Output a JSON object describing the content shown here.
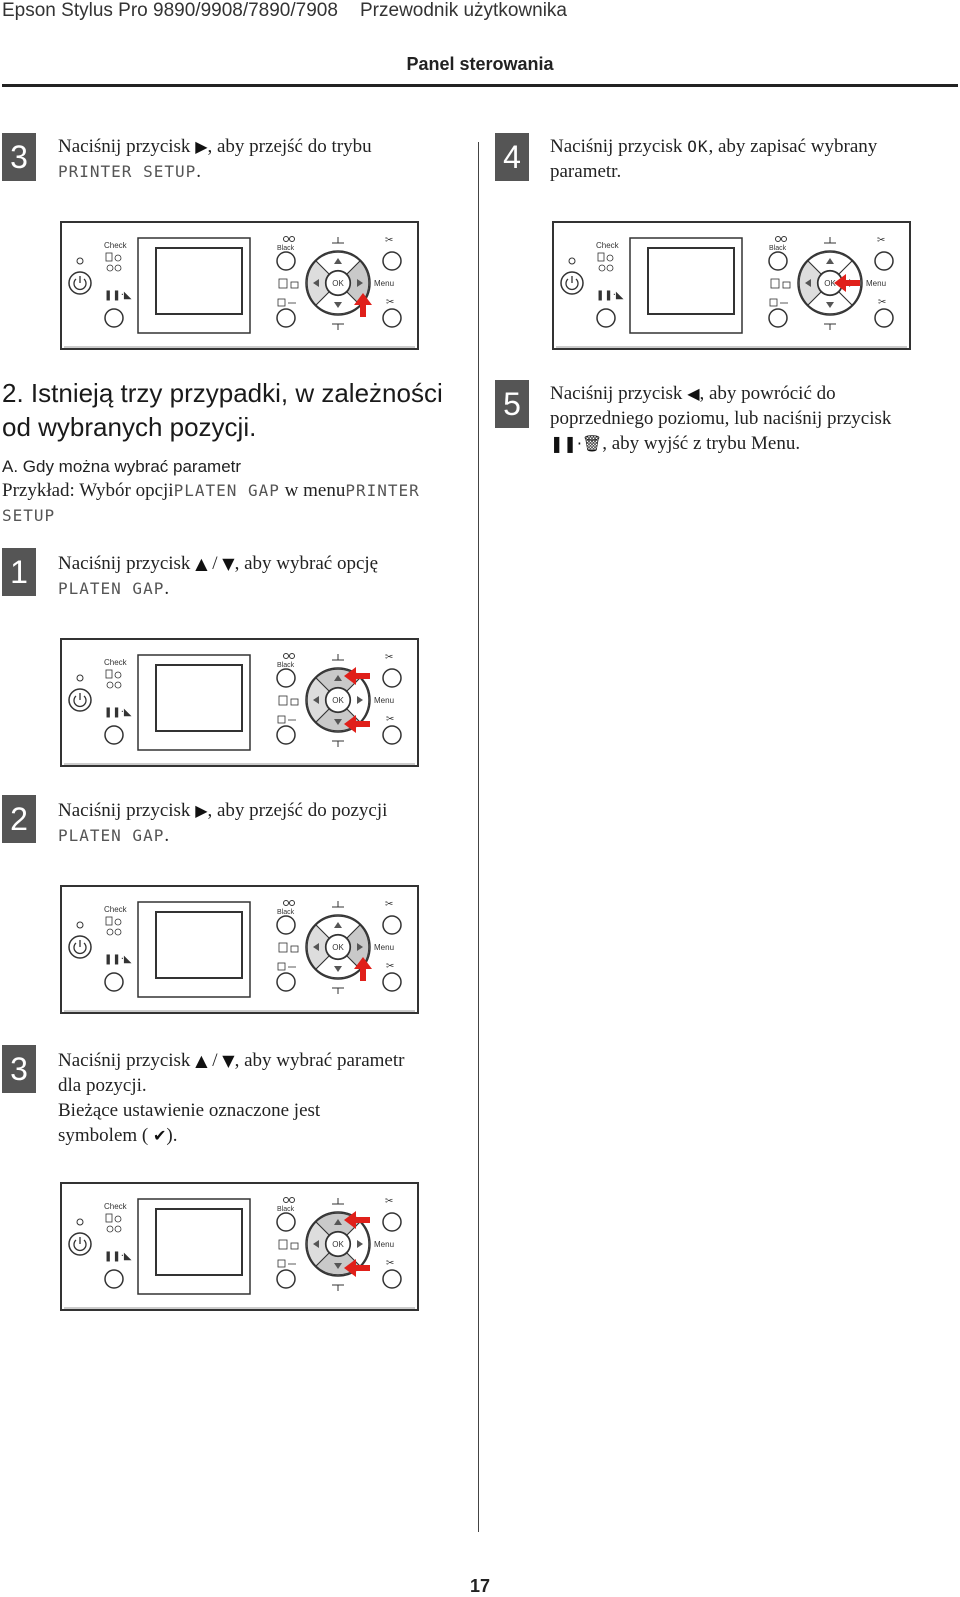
{
  "header": {
    "product": "Epson Stylus Pro 9890/9908/7890/7908",
    "guide": "Przewodnik użytkownika",
    "section": "Panel sterowania"
  },
  "step_a3": {
    "num": "3",
    "pre": "Naciśnij przycisk",
    "post": ", aby przejść do trybu",
    "lcd": "PRINTER SETUP",
    "end": "."
  },
  "step_a4": {
    "num": "4",
    "pre": "Naciśnij przycisk",
    "key": "OK",
    "post": ", aby zapisać wybrany",
    "line2": "parametr."
  },
  "step_a5": {
    "num": "5",
    "pre": "Naciśnij przycisk",
    "post": ", aby powrócić do",
    "line2": "poprzedniego poziomu, lub naciśnij przycisk",
    "line3_post": ", aby wyjść z trybu Menu."
  },
  "heading": {
    "line1": "2. Istnieją trzy przypadki, w zależności",
    "line2": "od wybranych pozycji."
  },
  "subheading": "A. Gdy można wybrać parametr",
  "example": {
    "pre": "Przykład: Wybór opcji",
    "lcd1": "PLATEN GAP",
    "mid": "w menu",
    "lcd2": "PRINTER",
    "lcd3": "SETUP"
  },
  "step_b1": {
    "num": "1",
    "pre": "Naciśnij przycisk",
    "sep": "/",
    "post": ", aby wybrać opcję",
    "lcd": "PLATEN GAP",
    "end": "."
  },
  "step_b2": {
    "num": "2",
    "pre": "Naciśnij przycisk",
    "post": ", aby przejść do pozycji",
    "lcd": "PLATEN GAP",
    "end": "."
  },
  "step_b3": {
    "num": "3",
    "pre": "Naciśnij przycisk",
    "sep": "/",
    "post": ", aby wybrać parametr",
    "line2": "dla pozycji.",
    "line3": "Bieżące ustawienie oznaczone jest",
    "line4_pre": "symbolem (",
    "line4_post": ")."
  },
  "panel_labels": {
    "check": "Check",
    "black": "Black",
    "ok": "OK",
    "menu": "Menu"
  },
  "arrow_color": "#e0201a",
  "page_number": "17"
}
